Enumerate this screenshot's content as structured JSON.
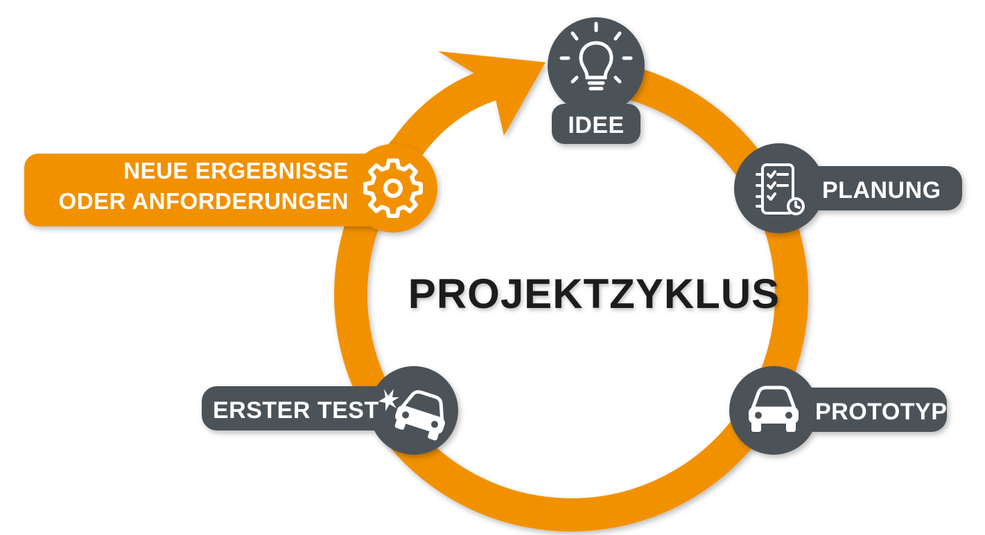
{
  "colors": {
    "ring": "#f29100",
    "node": "#4b5259",
    "text_dark": "#1f1f1f",
    "text_light": "#ffffff"
  },
  "center": {
    "title": "PROJEKTZYKLUS"
  },
  "nodes": [
    {
      "id": "idee",
      "label": "IDEE",
      "icon": "lightbulb-icon"
    },
    {
      "id": "planung",
      "label": "PLANUNG",
      "icon": "checklist-clock-icon"
    },
    {
      "id": "prototyp",
      "label": "PROTOTYP",
      "icon": "car-icon"
    },
    {
      "id": "erster-test",
      "label": "ERSTER TEST",
      "icon": "car-crash-icon"
    },
    {
      "id": "neue-ergebnisse",
      "label_line1": "NEUE ERGEBNISSE",
      "label_line2": "ODER ANFORDERUNGEN",
      "icon": "gear-icon"
    }
  ]
}
